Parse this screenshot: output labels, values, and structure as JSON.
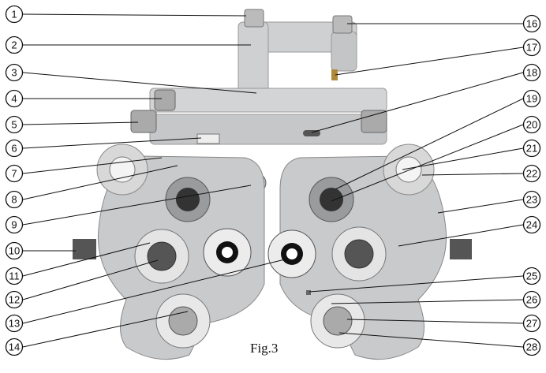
{
  "caption": "Fig.3",
  "callouts_left": [
    "1",
    "2",
    "3",
    "4",
    "5",
    "6",
    "7",
    "8",
    "9",
    "10",
    "11",
    "12",
    "13",
    "14"
  ],
  "callouts_right": [
    "16",
    "17",
    "18",
    "19",
    "20",
    "21",
    "22",
    "23",
    "24",
    "25",
    "26",
    "27",
    "28"
  ],
  "colors": {
    "body": "#c9cacc",
    "body_dark": "#8e9093",
    "lens_dark": "#222222",
    "line": "#111111"
  }
}
